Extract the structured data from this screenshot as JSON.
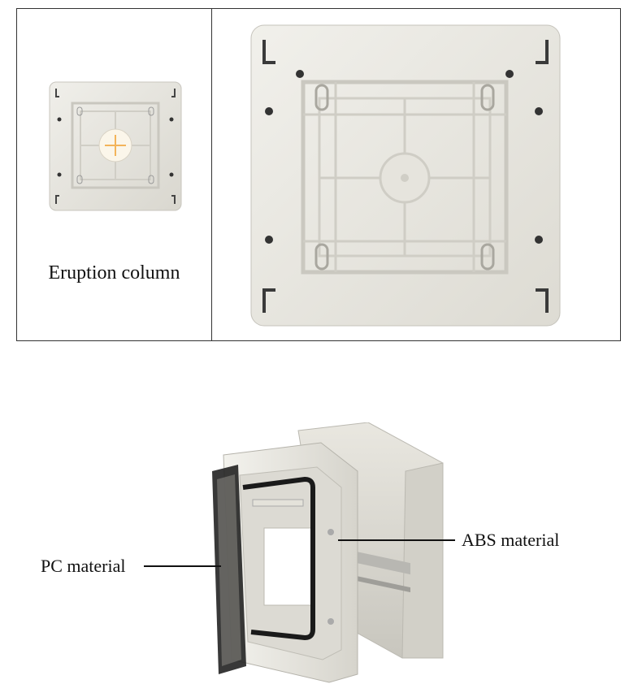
{
  "top_panel": {
    "left_caption": "Eruption column"
  },
  "callouts": {
    "pc_label": "PC material",
    "abs_label": "ABS material"
  },
  "colors": {
    "plastic": "#e9e8e2",
    "plastic_shadow": "#cfcdc5",
    "frame": "#333333",
    "black_gasket": "#1a1a1a"
  }
}
